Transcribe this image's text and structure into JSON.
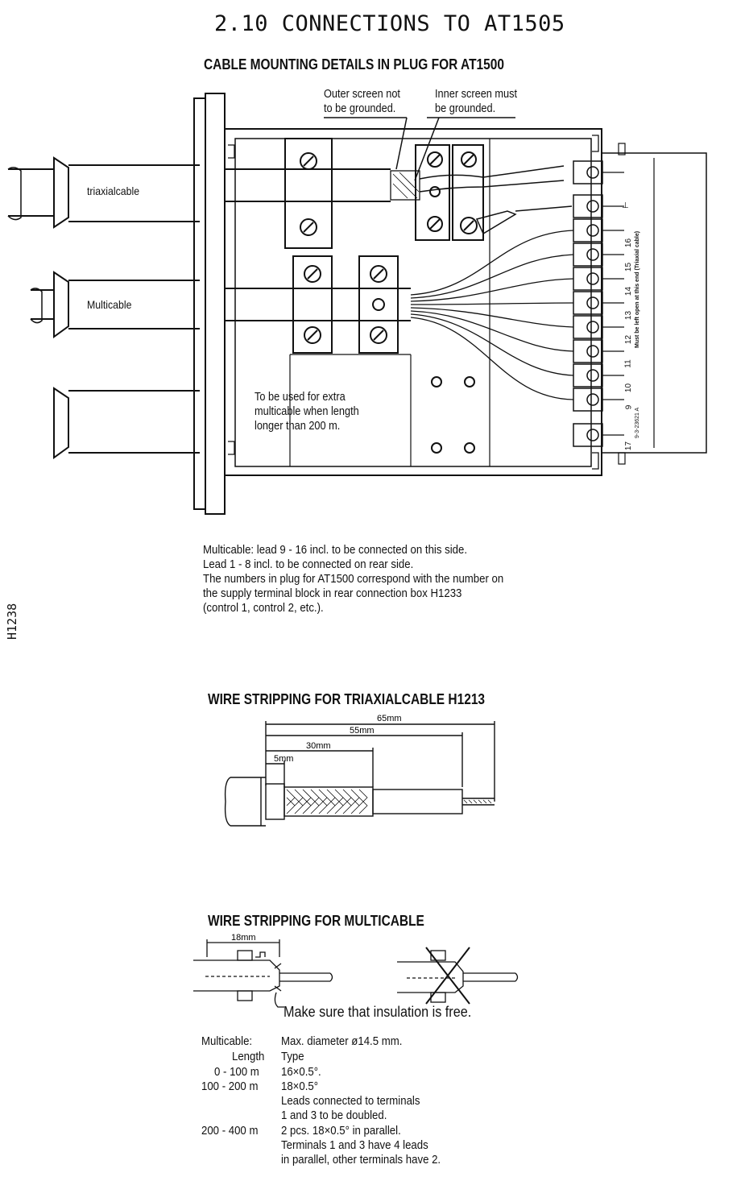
{
  "page_title": "2.10 CONNECTIONS TO AT1505",
  "side_code": "H1238",
  "section1": {
    "heading": "CABLE MOUNTING DETAILS IN PLUG FOR AT1500",
    "outer_screen_note": [
      "Outer screen not",
      "to be grounded."
    ],
    "inner_screen_note": [
      "Inner screen must",
      "be grounded."
    ],
    "cable_triaxial": "triaxialcable",
    "cable_multi": "Multicable",
    "extra_note": [
      "To be used for extra",
      "multicable when length",
      "longer than 200 m."
    ],
    "terminal_numbers": [
      "16",
      "15",
      "14",
      "13",
      "12",
      "11",
      "10",
      "9",
      "17"
    ],
    "ground_symbol": "⊥",
    "side_note": "Must be left open at this end (Triaxial cable)",
    "part_code": "9-3-23621 A",
    "description": [
      "Multicable: lead 9 - 16 incl. to be connected on this side.",
      "Lead 1 - 8 incl. to be connected on rear side.",
      "The numbers in plug for AT1500 correspond with the number on",
      "the supply terminal block in rear connection box H1233",
      "(control 1, control 2, etc.)."
    ]
  },
  "section2": {
    "heading": "WIRE STRIPPING FOR TRIAXIALCABLE H1213",
    "dimensions": [
      "65mm",
      "55mm",
      "30mm",
      "5mm"
    ]
  },
  "section3": {
    "heading": "WIRE STRIPPING FOR MULTICABLE",
    "dimension": "18mm",
    "insulation_note": "Make sure that insulation is free.",
    "spec_label": "Multicable:",
    "spec_value": "Max. diameter ø14.5 mm.",
    "col_length": "Length",
    "col_type": "Type",
    "rows": [
      {
        "length": "0 - 100  m",
        "type": [
          "16×0.5°."
        ]
      },
      {
        "length": "100 - 200  m",
        "type": [
          "18×0.5°",
          "Leads connected to terminals",
          "1 and 3 to be doubled."
        ]
      },
      {
        "length": "200 - 400  m",
        "type": [
          "2 pcs. 18×0.5° in parallel.",
          "Terminals 1 and 3 have 4 leads",
          "in parallel, other terminals have 2."
        ]
      }
    ]
  }
}
